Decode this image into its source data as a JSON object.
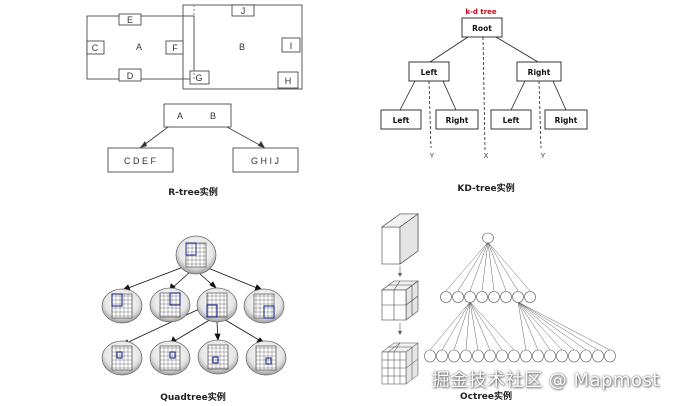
{
  "rtree": {
    "rect_a": "A",
    "rect_b": "B",
    "boxes": [
      "E",
      "C",
      "F",
      "D",
      "J",
      "I",
      "G",
      "H"
    ],
    "root": [
      "A",
      "B"
    ],
    "leaf_left": "C D E F",
    "leaf_right": "G H I J",
    "caption": "R-tree实例"
  },
  "kdtree": {
    "title": "k-d tree",
    "root": "Root",
    "left": "Left",
    "right": "Right",
    "axis_y": "Y",
    "axis_x": "X",
    "caption": "KD-tree实例",
    "title_color": "#d0021b"
  },
  "quadtree": {
    "caption": "Quadtree实例"
  },
  "octree": {
    "caption": "Octree实例"
  },
  "watermark": "掘金技术社区 @ Mapmost"
}
